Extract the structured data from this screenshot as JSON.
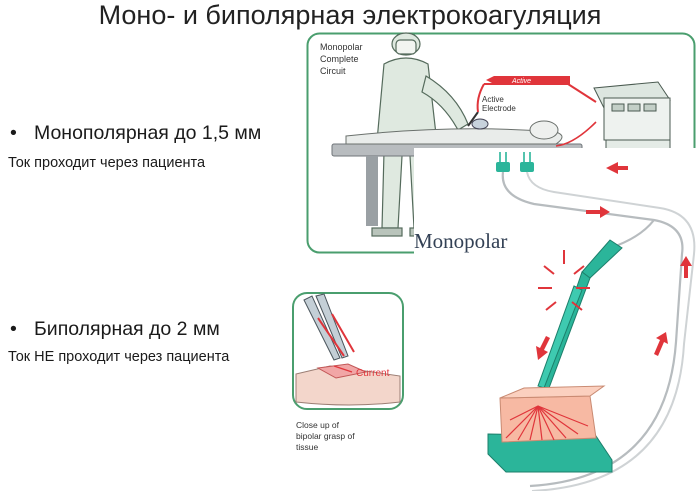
{
  "slide": {
    "title": "Моно- и биполярная электрокоагуляция"
  },
  "sections": [
    {
      "bullet": "•",
      "heading": "Монополярная до 1,5 мм",
      "detail": "Ток проходит через пациента"
    },
    {
      "bullet": "•",
      "heading": "Биполярная до 2 мм",
      "detail": "Ток НЕ проходит через пациента"
    }
  ],
  "figures": {
    "monopolar_circuit": {
      "caption_lines": [
        "Monopolar",
        "Complete",
        "Circuit"
      ],
      "arrow_label": "Active",
      "electrode_label_lines": [
        "Active",
        "Electrode"
      ],
      "accent_color": "#e0353b",
      "frame_color": "#4a9e6e"
    },
    "bipolar_closeup": {
      "current_label": "Current",
      "caption_lines": [
        "Close up of",
        "bipolar grasp of",
        "tissue"
      ],
      "accent_color": "#e0353b"
    },
    "monopolar_instrument": {
      "label": "Monopolar",
      "instrument_color": "#2bb59a",
      "arrow_color": "#e0353b",
      "tissue_color": "#f7b9a3"
    }
  }
}
